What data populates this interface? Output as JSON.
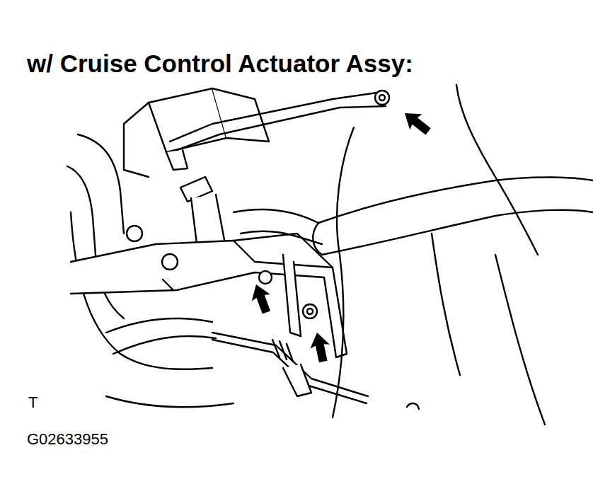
{
  "diagram": {
    "title": "w/ Cruise Control Actuator Assy:",
    "labels": [
      "T",
      "G02633955"
    ]
  }
}
